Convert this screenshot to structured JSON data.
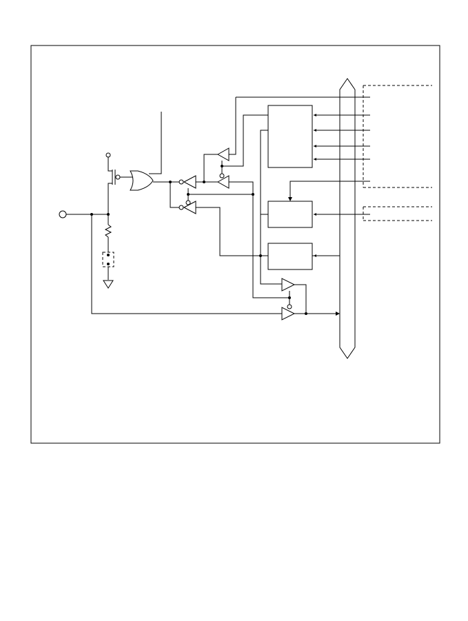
{
  "diagram": {
    "type": "circuit-schematic",
    "text_labels": [],
    "components": [
      "pin",
      "pull-up-pmos",
      "resistor",
      "optional-jumper",
      "ground",
      "or-gate",
      "inverting-buffers",
      "register-blocks",
      "output-buffers",
      "internal-data-bus"
    ],
    "colors": {
      "line": "#000000",
      "background": "#ffffff"
    }
  }
}
